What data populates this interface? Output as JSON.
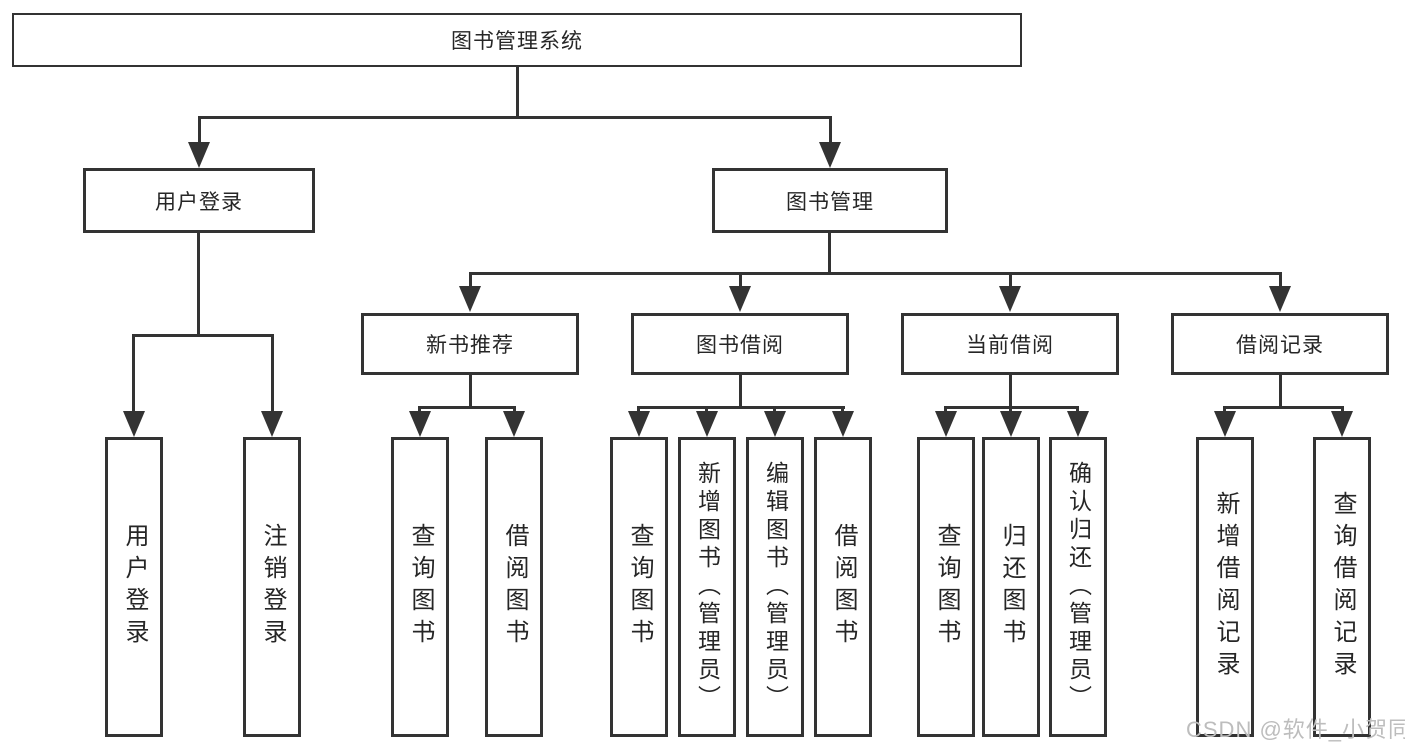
{
  "title": {
    "label": "图书管理系统"
  },
  "level2": [
    {
      "label": "用户登录"
    },
    {
      "label": "图书管理"
    }
  ],
  "level3": [
    {
      "label": "新书推荐"
    },
    {
      "label": "图书借阅"
    },
    {
      "label": "当前借阅"
    },
    {
      "label": "借阅记录"
    }
  ],
  "leaves": [
    {
      "label": "用户登录"
    },
    {
      "label": "注销登录"
    },
    {
      "label": "查询图书"
    },
    {
      "label": "借阅图书"
    },
    {
      "label": "查询图书"
    },
    {
      "label": "新增图书（管理员）"
    },
    {
      "label": "编辑图书（管理员）"
    },
    {
      "label": "借阅图书"
    },
    {
      "label": "查询图书"
    },
    {
      "label": "归还图书"
    },
    {
      "label": "确认归还（管理员）"
    },
    {
      "label": "新增借阅记录"
    },
    {
      "label": "查询借阅记录"
    }
  ],
  "watermark": {
    "text": "CSDN @软件_小贺同学"
  },
  "colors": {
    "line": "#333333",
    "text": "#262626",
    "watermark": "#bdbdbd"
  }
}
